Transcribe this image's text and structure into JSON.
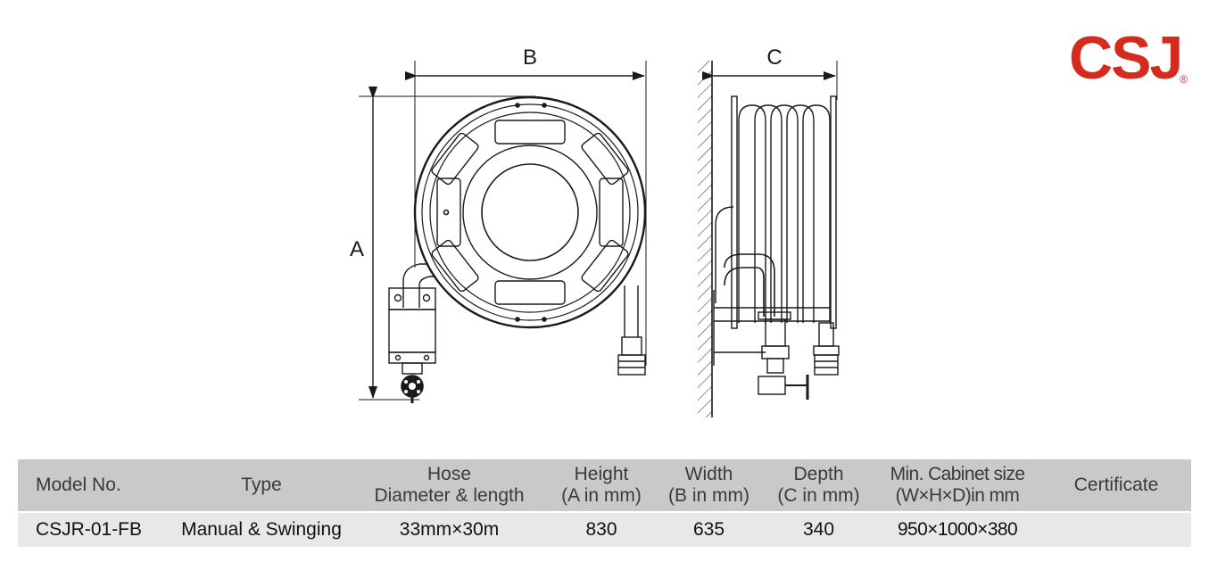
{
  "brand": {
    "logo_text": "CSJ",
    "registered_mark": "®",
    "color": "#d52b1e"
  },
  "drawing": {
    "front_view": {
      "dim_width_label": "B",
      "dim_height_label": "A"
    },
    "side_view": {
      "dim_depth_label": "C"
    }
  },
  "table": {
    "headers": {
      "model": "Model No.",
      "type": "Type",
      "hose_line1": "Hose",
      "hose_line2": "Diameter & length",
      "height_line1": "Height",
      "height_line2": "(A in mm)",
      "width_line1": "Width",
      "width_line2": "(B in mm)",
      "depth_line1": "Depth",
      "depth_line2": "(C in mm)",
      "cabinet_line1": "Min. Cabinet size",
      "cabinet_line2": "(W×H×D)in mm",
      "certificate": "Certificate"
    },
    "row": {
      "model": "CSJR-01-FB",
      "type": "Manual & Swinging",
      "hose": "33mm×30m",
      "height": "830",
      "width": "635",
      "depth": "340",
      "cabinet": "950×1000×380",
      "certificate": ""
    }
  }
}
